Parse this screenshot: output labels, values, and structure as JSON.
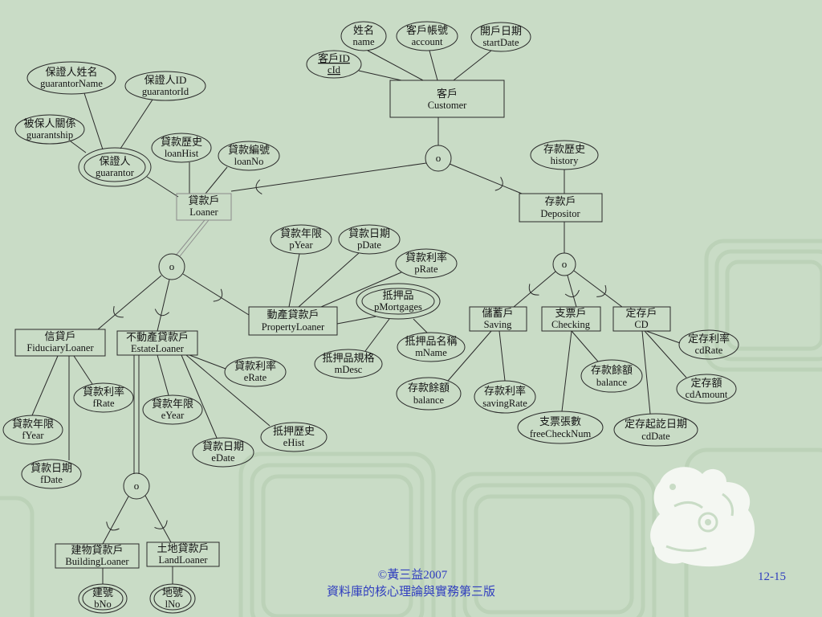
{
  "entities": {
    "customer": {
      "zh": "客戶",
      "en": "Customer"
    },
    "depositor": {
      "zh": "存款戶",
      "en": "Depositor"
    },
    "loaner": {
      "zh": "貸款戶",
      "en": "Loaner"
    },
    "property_loaner": {
      "zh": "動產貸款戶",
      "en": "PropertyLoaner"
    },
    "fiduciary_loaner": {
      "zh": "信貸戶",
      "en": "FiduciaryLoaner"
    },
    "estate_loaner": {
      "zh": "不動產貸款戶",
      "en": "EstateLoaner"
    },
    "saving": {
      "zh": "儲蓄戶",
      "en": "Saving"
    },
    "checking": {
      "zh": "支票戶",
      "en": "Checking"
    },
    "cd": {
      "zh": "定存戶",
      "en": "CD"
    },
    "building_loaner": {
      "zh": "建物貸款戶",
      "en": "BuildingLoaner"
    },
    "land_loaner": {
      "zh": "土地貸款戶",
      "en": "LandLoaner"
    }
  },
  "multivalued_attributes": {
    "guarantor": {
      "zh": "保證人",
      "en": "guarantor"
    },
    "mortgages": {
      "zh": "抵押品",
      "en": "pMortgages"
    },
    "building_no": {
      "zh": "建號",
      "en": "bNo"
    },
    "land_no": {
      "zh": "地號",
      "en": "lNo"
    }
  },
  "attributes": {
    "customer_name": {
      "zh": "姓名",
      "en": "name"
    },
    "customer_account": {
      "zh": "客戶帳號",
      "en": "account"
    },
    "customer_start_date": {
      "zh": "開戶日期",
      "en": "startDate"
    },
    "customer_id": {
      "zh": "客戶ID",
      "en": "cId",
      "key": true
    },
    "guarantor_name": {
      "zh": "保證人姓名",
      "en": "guarantorName"
    },
    "guarantor_id": {
      "zh": "保證人ID",
      "en": "guarantorId"
    },
    "guarantship": {
      "zh": "被保人關係",
      "en": "guarantship"
    },
    "loan_hist": {
      "zh": "貸款歷史",
      "en": "loanHist"
    },
    "loan_no": {
      "zh": "貸款編號",
      "en": "loanNo"
    },
    "history": {
      "zh": "存款歷史",
      "en": "history"
    },
    "p_year": {
      "zh": "貸款年限",
      "en": "pYear"
    },
    "p_date": {
      "zh": "貸款日期",
      "en": "pDate"
    },
    "p_rate": {
      "zh": "貸款利率",
      "en": "pRate"
    },
    "m_desc": {
      "zh": "抵押品規格",
      "en": "mDesc"
    },
    "m_name": {
      "zh": "抵押品名稱",
      "en": "mName"
    },
    "saving_balance": {
      "zh": "存款餘額",
      "en": "balance"
    },
    "saving_rate": {
      "zh": "存款利率",
      "en": "savingRate"
    },
    "checking_balance": {
      "zh": "存款餘額",
      "en": "balance"
    },
    "free_check_num": {
      "zh": "支票張數",
      "en": "freeCheckNum"
    },
    "cd_rate": {
      "zh": "定存利率",
      "en": "cdRate"
    },
    "cd_amount": {
      "zh": "定存額",
      "en": "cdAmount"
    },
    "cd_date": {
      "zh": "定存起訖日期",
      "en": "cdDate"
    },
    "f_year": {
      "zh": "貸款年限",
      "en": "fYear"
    },
    "f_date": {
      "zh": "貸款日期",
      "en": "fDate"
    },
    "f_rate": {
      "zh": "貸款利率",
      "en": "fRate"
    },
    "e_year": {
      "zh": "貸款年限",
      "en": "eYear"
    },
    "e_date": {
      "zh": "貸款日期",
      "en": "eDate"
    },
    "e_rate": {
      "zh": "貸款利率",
      "en": "eRate"
    },
    "e_hist": {
      "zh": "抵押歷史",
      "en": "eHist"
    }
  },
  "isa_symbol": "o",
  "footer": {
    "copyright": "©黃三益2007",
    "book": "資料庫的核心理論與實務第三版",
    "page": "12-15"
  },
  "colors": {
    "background": "#c9dcc6",
    "line": "#2a2a2a",
    "footer_text": "#2f3dbf",
    "ornament": "#f4f7f2"
  }
}
